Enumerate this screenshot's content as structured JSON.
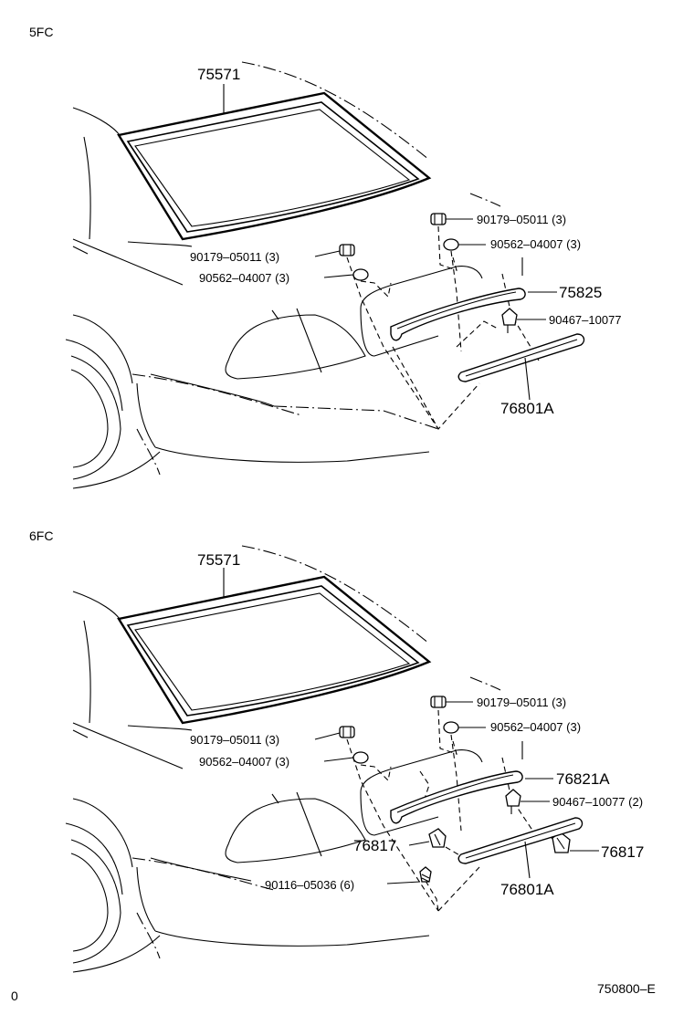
{
  "sections": [
    {
      "variant": "5FC",
      "labels": {
        "windshield": "75571",
        "clip_left": "90179–05011 (3)",
        "nut_left": "90562–04007 (3)",
        "clip_right": "90179–05011 (3)",
        "nut_right": "90562–04007 (3)",
        "spoiler": "75825",
        "bolt": "90467–10077",
        "lamp": "76801A"
      }
    },
    {
      "variant": "6FC",
      "labels": {
        "windshield": "75571",
        "clip_left": "90179–05011 (3)",
        "nut_left": "90562–04007 (3)",
        "clip_right": "90179–05011 (3)",
        "nut_right": "90562–04007 (3)",
        "spoiler": "76821A",
        "bolt": "90467–10077 (2)",
        "screw": "90116–05036 (6)",
        "bracket_left": "76817",
        "bracket_right": "76817",
        "lamp": "76801A"
      }
    }
  ],
  "footer": {
    "page_number": "0",
    "figure_code": "750800–E"
  }
}
